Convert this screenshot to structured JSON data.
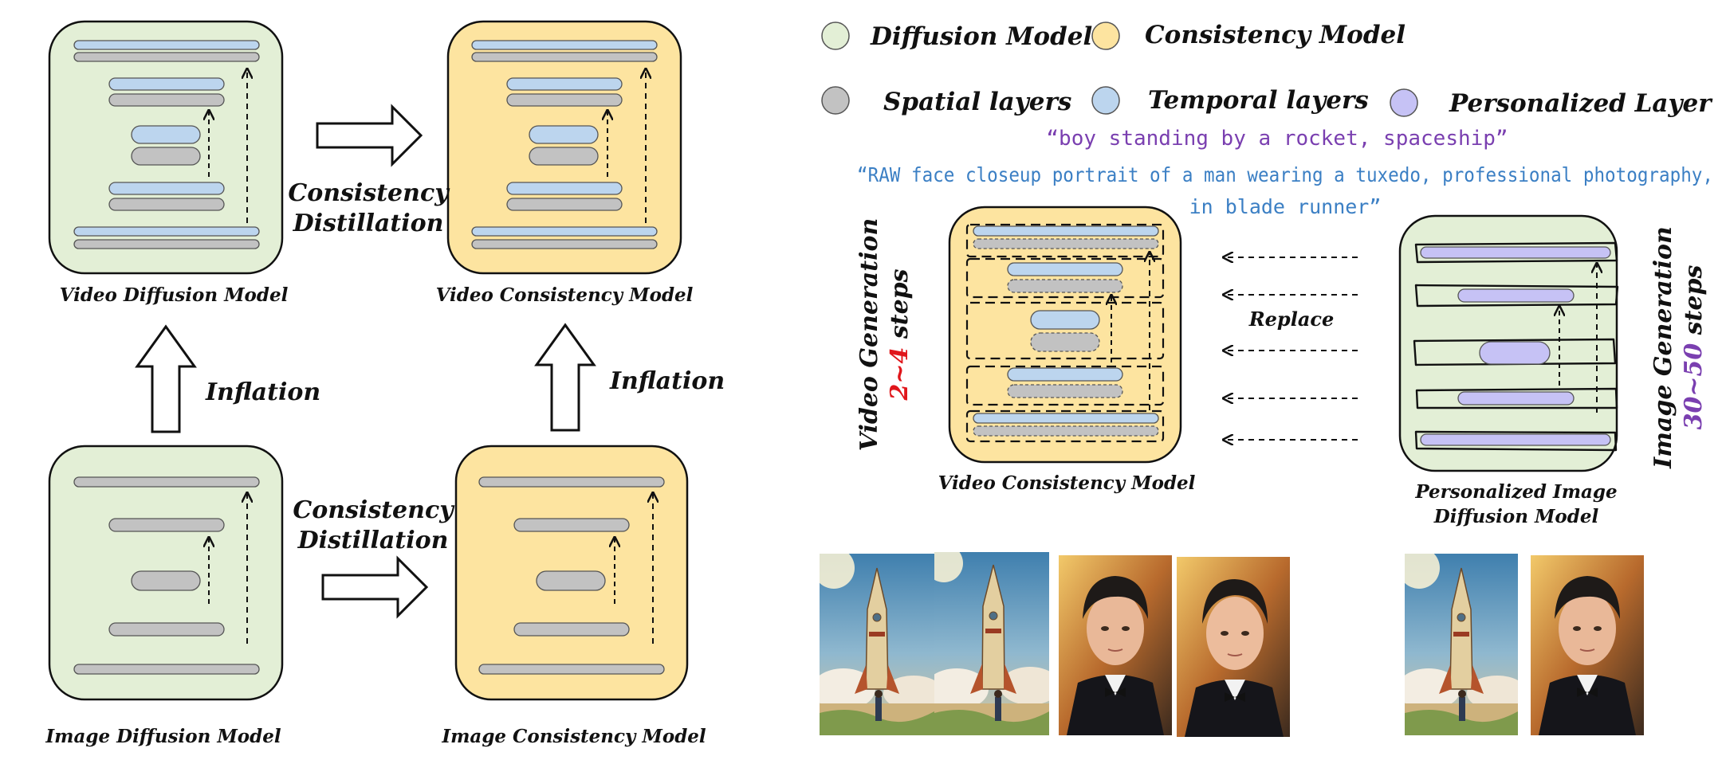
{
  "colors": {
    "diffusion_fill": "#e3efd6",
    "consistency_fill": "#fde4a0",
    "spatial_layer": "#c2c2c2",
    "temporal_layer": "#bcd5ee",
    "personalized_layer": "#c6c2f5",
    "prompt_rocket": "#7a3fb0",
    "prompt_portrait": "#3b7fc4",
    "steps_video": "#e0161b",
    "steps_image": "#7a3fb0"
  },
  "left": {
    "video_diffusion_label": "Video Diffusion Model",
    "video_consistency_label": "Video Consistency Model",
    "image_diffusion_label": "Image Diffusion Model",
    "image_consistency_label": "Image Consistency Model",
    "distill_line1": "Consistency",
    "distill_line2": "Distillation",
    "inflation": "Inflation"
  },
  "legend": {
    "diffusion": "Diffusion Model",
    "consistency": "Consistency Model",
    "spatial": "Spatial layers",
    "temporal": "Temporal layers",
    "personalized": "Personalized Layer"
  },
  "prompts": {
    "rocket": "“boy standing by a rocket, spaceship”",
    "portrait_line1": "“RAW face closeup portrait of a man wearing a tuxedo, professional photography,",
    "portrait_line2": "in blade runner”"
  },
  "right": {
    "video_consistency_label": "Video Consistency Model",
    "personalized_line1": "Personalized Image",
    "personalized_line2": "Diffusion Model",
    "replace": "Replace",
    "video_generation": "Video Generation",
    "video_steps": "2~4",
    "steps_word": "steps",
    "image_generation": "Image Generation",
    "image_steps": "30~50"
  },
  "images": [
    {
      "icon": "rocket-scene-image"
    },
    {
      "icon": "rocket-scene-image"
    },
    {
      "icon": "portrait-image"
    },
    {
      "icon": "portrait-image"
    },
    {
      "icon": "rocket-scene-image"
    },
    {
      "icon": "portrait-image"
    }
  ]
}
